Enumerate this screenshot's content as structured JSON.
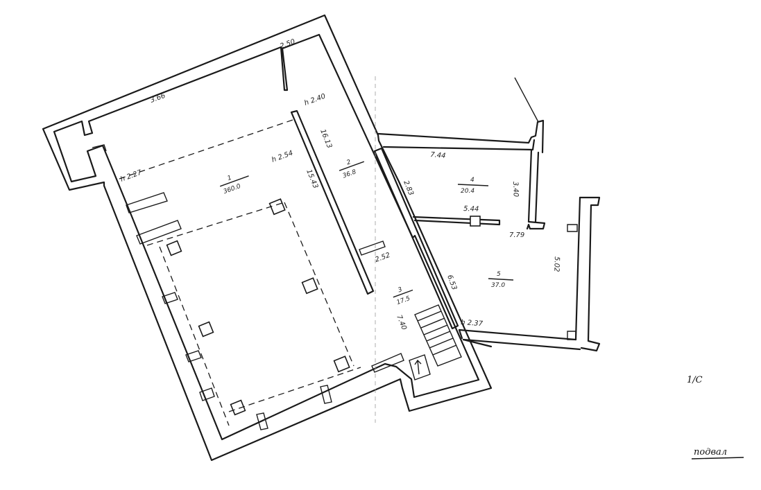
{
  "floor_label": "подвал",
  "corner_mark": "1/С",
  "dimensions": {
    "d_250": "2.50",
    "d_366": "3.66",
    "h_240": "h 2.40",
    "h_227": "h 2.27",
    "h_254": "h 2.54",
    "d_1613": "16.13",
    "d_1543": "15.43",
    "d_744": "7.44",
    "d_340": "3.40",
    "d_283": "2.83",
    "d_544": "5.44",
    "d_779": "7.79",
    "d_502": "5.02",
    "d_653": "6.53",
    "d_740": "7.40",
    "d_252": "2.52",
    "h_237": "h 2.37"
  },
  "rooms": {
    "r1_num": "1",
    "r1_area": "360.0",
    "r2_num": "2",
    "r2_area": "36.8",
    "r3_num": "3",
    "r3_area": "17.5",
    "r4_num": "4",
    "r4_area": "20.4",
    "r5_num": "5",
    "r5_area": "37.0"
  }
}
